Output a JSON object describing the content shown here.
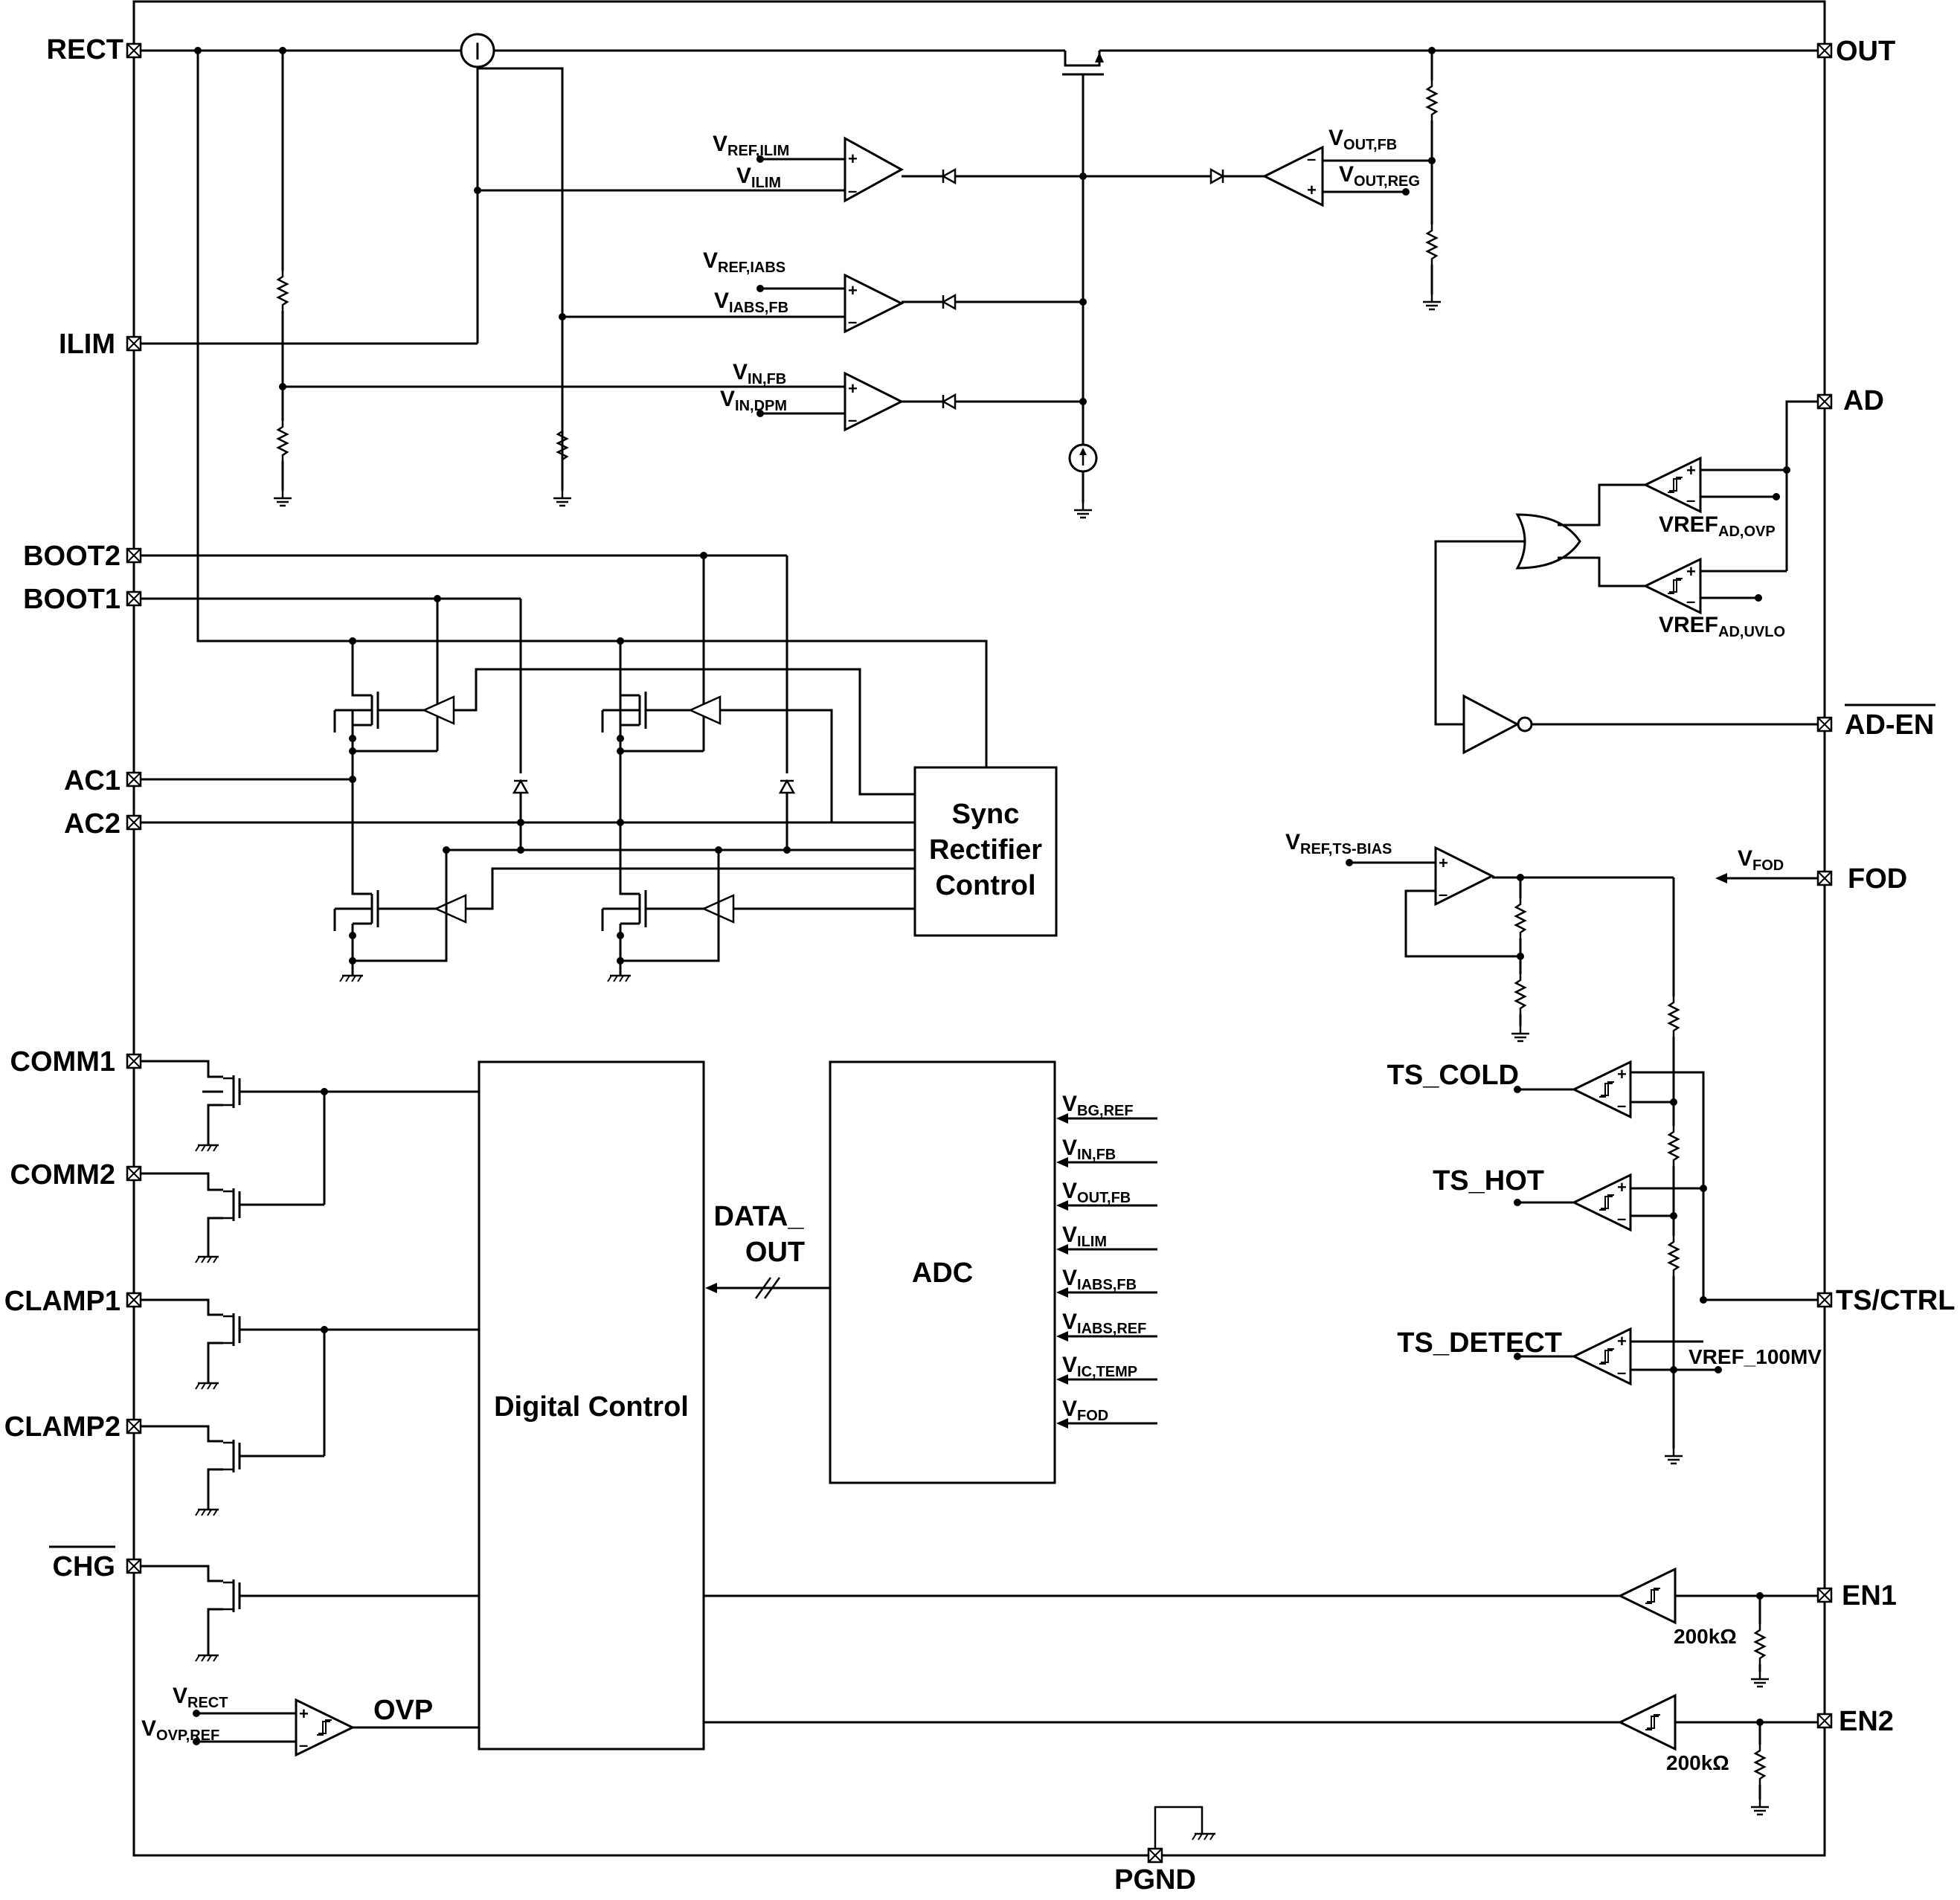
{
  "pins_left": {
    "rect": "RECT",
    "ilim": "ILIM",
    "boot2": "BOOT2",
    "boot1": "BOOT1",
    "ac1": "AC1",
    "ac2": "AC2",
    "comm1": "COMM1",
    "comm2": "COMM2",
    "clamp1": "CLAMP1",
    "clamp2": "CLAMP2",
    "chg": "CHG"
  },
  "pins_right": {
    "out": "OUT",
    "ad": "AD",
    "ad_en": "AD-EN",
    "fod": "FOD",
    "ts_ctrl": "TS/CTRL",
    "en1": "EN1",
    "en2": "EN2"
  },
  "pin_bottom": {
    "pgnd": "PGND"
  },
  "blocks": {
    "sync": [
      "Sync",
      "Rectifier",
      "Control"
    ],
    "digital": "Digital Control",
    "adc": "ADC",
    "data_out": [
      "DATA_",
      "OUT"
    ]
  },
  "current_sense_symbol": "I",
  "signals": {
    "vref_ilim": {
      "main": "V",
      "sub": "REF,ILIM"
    },
    "vilim": {
      "main": "V",
      "sub": "ILIM"
    },
    "vref_iabs": {
      "main": "V",
      "sub": "REF,IABS"
    },
    "viabs_fb": {
      "main": "V",
      "sub": "IABS,FB"
    },
    "vin_fb": {
      "main": "V",
      "sub": "IN,FB"
    },
    "vin_dpm": {
      "main": "V",
      "sub": "IN,DPM"
    },
    "vout_fb": {
      "main": "V",
      "sub": "OUT,FB"
    },
    "vout_reg": {
      "main": "V",
      "sub": "OUT,REG"
    },
    "vref_ad_ovp": {
      "main": "VREF",
      "sub": "AD,OVP"
    },
    "vref_ad_uvlo": {
      "main": "VREF",
      "sub": "AD,UVLO"
    },
    "vref_ts_bias": {
      "main": "V",
      "sub": "REF,TS-BIAS"
    },
    "vfod": {
      "main": "V",
      "sub": "FOD"
    },
    "ts_cold": "TS_COLD",
    "ts_hot": "TS_HOT",
    "ts_detect": "TS_DETECT",
    "vref_100mv": "VREF_100MV",
    "vrect": {
      "main": "V",
      "sub": "RECT"
    },
    "vovp_ref": {
      "main": "V",
      "sub": "OVP,REF"
    },
    "ovp": "OVP",
    "r_en1": "200kΩ",
    "r_en2": "200kΩ"
  },
  "adc_inputs": [
    {
      "main": "V",
      "sub": "BG,REF"
    },
    {
      "main": "V",
      "sub": "IN,FB"
    },
    {
      "main": "V",
      "sub": "OUT,FB"
    },
    {
      "main": "V",
      "sub": "ILIM"
    },
    {
      "main": "V",
      "sub": "IABS,FB"
    },
    {
      "main": "V",
      "sub": "IABS,REF"
    },
    {
      "main": "V",
      "sub": "IC,TEMP"
    },
    {
      "main": "V",
      "sub": "FOD"
    }
  ],
  "opamp_signs": {
    "plus": "+",
    "minus": "–"
  }
}
